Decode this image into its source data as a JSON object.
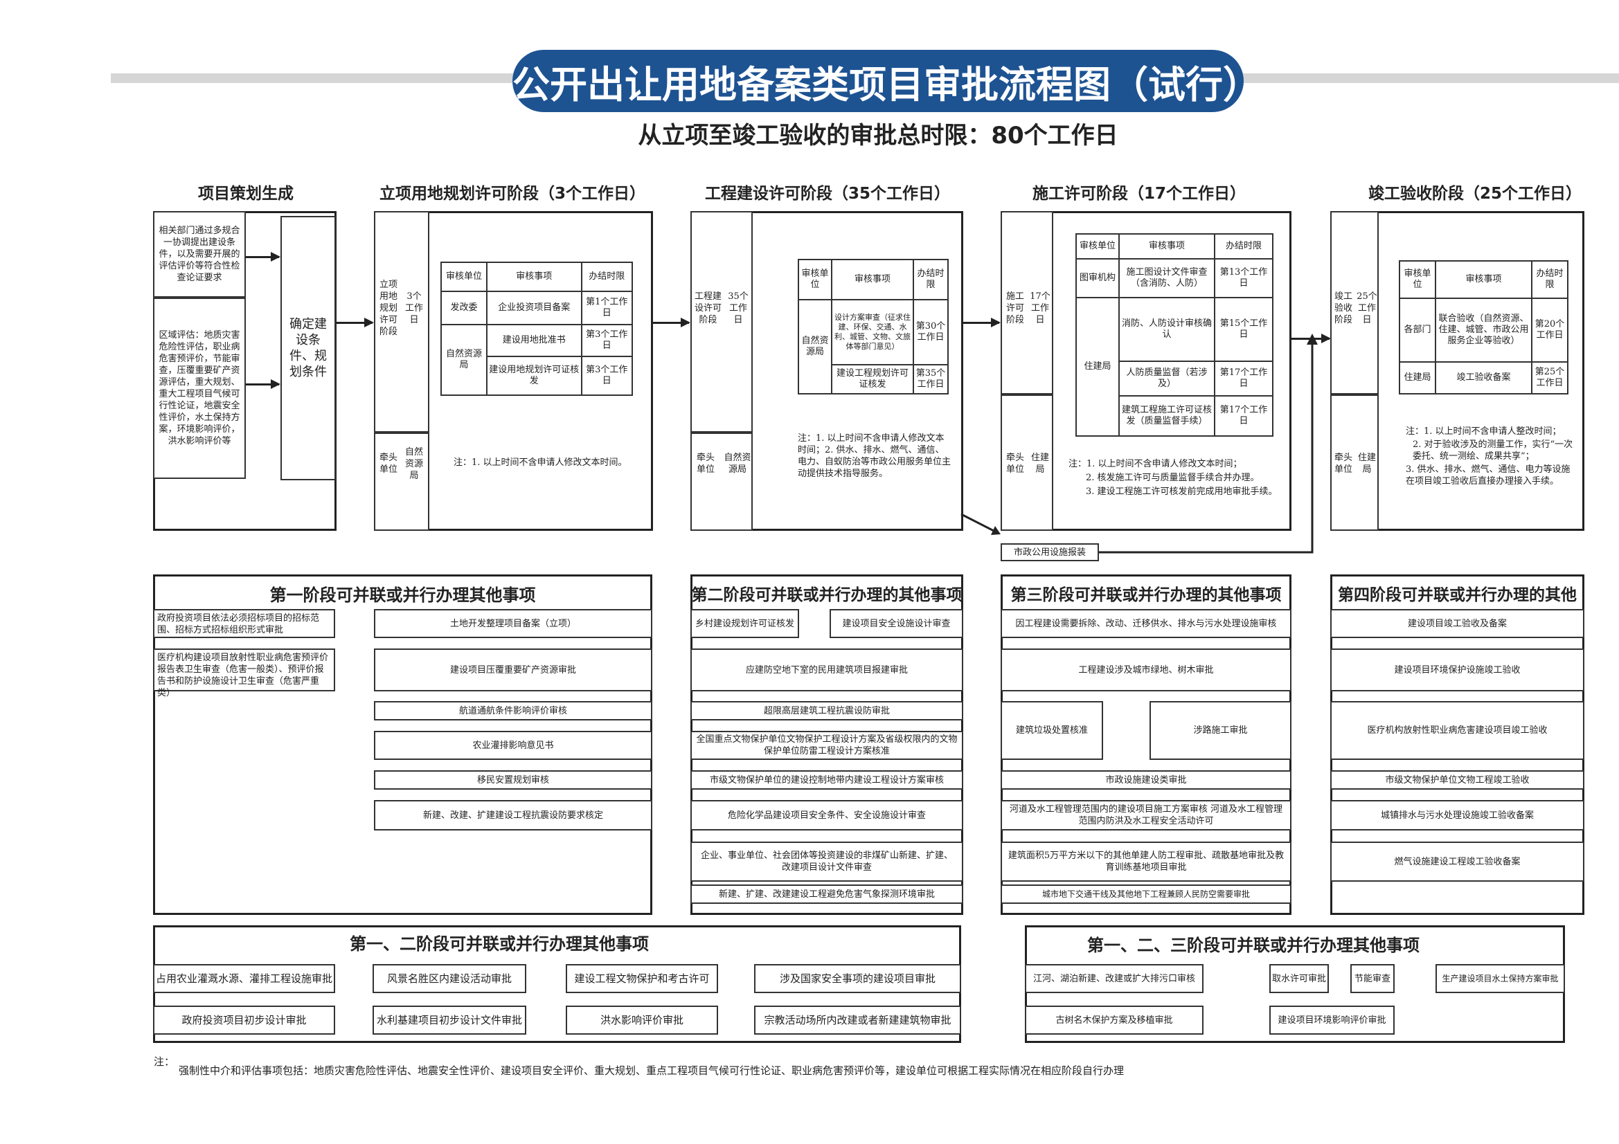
{
  "title": "公开出让用地备案类项目审批流程图（试行）",
  "subtitle": "从立项至竣工验收的审批总时限：80个工作日",
  "stages": {
    "s0": {
      "header": "项目策划生成",
      "box1": "相关部门通过多规合一协调提出建设条件，以及需要开展的评估评价等符合性检查论证要求",
      "box2": "区域评估：地质灾害危险性评估，职业病危害预评价，节能审查，压覆重要矿产资源评估，重大规划、重大工程项目气候可行性论证，地震安全性评价，水土保持方案，环境影响评价，洪水影响评价等",
      "result": "确定建设条件、规划条件"
    },
    "s1": {
      "header": "立项用地规划许可阶段（3个工作日）",
      "stage_label": "立项用地规划许可阶段",
      "days": "3个工作日",
      "lead_label": "牵头单位",
      "lead": "自然资源局",
      "col1": "审核单位",
      "col2": "审核事项",
      "col3": "办结时限",
      "rows": [
        {
          "unit": "发改委",
          "item": "企业投资项目备案",
          "time": "第1个工作日"
        },
        {
          "unit": "自然资源局",
          "item": "建设用地批准书",
          "time": "第3个工作日"
        },
        {
          "unit": "",
          "item": "建设用地规划许可证核发",
          "time": "第3个工作日"
        }
      ],
      "note": "注：1. 以上时间不含申请人修改文本时间。"
    },
    "s2": {
      "header": "工程建设许可阶段（35个工作日）",
      "stage_label": "工程建设许可阶段",
      "days": "35个工作日",
      "lead_label": "牵头单位",
      "lead": "自然资源局",
      "col1": "审核单位",
      "col2": "审核事项",
      "col3": "办结时限",
      "unit": "自然资源局",
      "rows": [
        {
          "item": "设计方案审查（征求住建、环保、交通、水利、城管、文物、文旅体等部门意见）",
          "time": "第30个工作日"
        },
        {
          "item": "建设工程规划许可证核发",
          "time": "第35个工作日"
        }
      ],
      "note": "注：1. 以上时间不含申请人修改文本时间；2. 供水、排水、燃气、通信、电力、自蚁防治等市政公用服务单位主动提供技术指导服务。"
    },
    "s3": {
      "header": "施工许可阶段（17个工作日）",
      "stage_label": "施工许可阶段",
      "days": "17个工作日",
      "lead_label": "牵头单位",
      "lead": "住建局",
      "col1": "审核单位",
      "col2": "审核事项",
      "col3": "办结时限",
      "rows": [
        {
          "unit": "图审机构",
          "item": "施工图设计文件审查（含消防、人防）",
          "time": "第13个工作日"
        },
        {
          "unit": "住建局",
          "item": "消防、人防设计审核确认",
          "time": "第15个工作日"
        },
        {
          "unit": "",
          "item": "人防质量监督（若涉及）",
          "time": "第17个工作日"
        },
        {
          "unit": "",
          "item": "建筑工程施工许可证核发（质量监督手续）",
          "time": "第17个工作日"
        }
      ],
      "note1": "注：1. 以上时间不含申请人修改文本时间；",
      "note2": "2. 核发施工许可与质量监督手续合并办理。",
      "note3": "3. 建设工程施工许可核发前完成用地审批手续。",
      "extra": "市政公用设施报装"
    },
    "s4": {
      "header": "竣工验收阶段（25个工作日）",
      "stage_label": "竣工验收阶段",
      "days": "25个工作日",
      "lead_label": "牵头单位",
      "lead": "住建局",
      "col1": "审核单位",
      "col2": "审核事项",
      "col3": "办结时限",
      "rows": [
        {
          "unit": "各部门",
          "item": "联合验收（自然资源、住建、城管、市政公用服务企业等验收）",
          "time": "第20个工作日"
        },
        {
          "unit": "住建局",
          "item": "竣工验收备案",
          "time": "第25个工作日"
        }
      ],
      "note1": "注：1. 以上时间不含申请人整改时间；",
      "note2": "2. 对于验收涉及的测量工作，实行“一次委托、统一测绘、成果共享”；",
      "note3": "3. 供水、排水、燃气、通信、电力等设施在项目竣工验收后直接办理接入手续。"
    }
  },
  "parallel1": {
    "title": "第一阶段可并联或并行办理其他事项",
    "left": [
      "政府投资项目依法必须招标项目的招标范围、招标方式招标组织形式审批",
      "医疗机构建设项目放射性职业病危害预评价报告表卫生审查（危害一般类）、预评价报告书和防护设施设计卫生审查（危害严重类）"
    ],
    "right": [
      "土地开发整理项目备案（立项）",
      "建设项目压覆重要矿产资源审批",
      "航道通航条件影响评价审核",
      "农业灌排影响意见书",
      "移民安置规划审核",
      "新建、改建、扩建建设工程抗震设防要求核定"
    ]
  },
  "parallel2": {
    "title": "第二阶段可并联或并行办理的其他事项",
    "top_left": "乡村建设规划许可证核发",
    "top_right": "建设项目安全设施设计审查",
    "items": [
      "应建防空地下室的民用建筑项目报建审批",
      "超限高层建筑工程抗震设防审批",
      "全国重点文物保护单位文物保护工程设计方案及省级权限内的文物保护单位防雷工程设计方案核准",
      "市级文物保护单位的建设控制地带内建设工程设计方案审核",
      "危险化学品建设项目安全条件、安全设施设计审查",
      "企业、事业单位、社会团体等投资建设的非煤矿山新建、扩建、改建项目设计文件审查",
      "新建、扩建、改建建设工程避免危害气象探测环境审批"
    ]
  },
  "parallel3": {
    "title": "第三阶段可并联或并行办理的其他事项",
    "items_top": [
      "因工程建设需要拆除、改动、迁移供水、排水与污水处理设施审核",
      "工程建设涉及城市绿地、树木审批"
    ],
    "pair": [
      "建筑垃圾处置核准",
      "涉路施工审批"
    ],
    "items_bottom": [
      "市政设施建设类审批",
      "河道及水工程管理范围内的建设项目施工方案审核 河道及水工程管理范围内防洪及水工程安全活动许可",
      "建筑面积5万平方米以下的其他单建人防工程审批、疏散基地审批及教育训练基地项目审批",
      "城市地下交通干线及其他地下工程兼顾人民防空需要审批"
    ]
  },
  "parallel4": {
    "title": "第四阶段可并联或并行办理的其他事项",
    "items": [
      "建设项目竣工验收及备案",
      "建设项目环境保护设施竣工验收",
      "医疗机构放射性职业病危害建设项目竣工验收",
      "市级文物保护单位文物工程竣工验收",
      "城镇排水与污水处理设施竣工验收备案",
      "燃气设施建设工程竣工验收备案"
    ]
  },
  "parallel12": {
    "title": "第一、二阶段可并联或并行办理其他事项",
    "row1": [
      "占用农业灌溉水源、灌排工程设施审批",
      "风景名胜区内建设活动审批",
      "建设工程文物保护和考古许可",
      "涉及国家安全事项的建设项目审批"
    ],
    "row2": [
      "政府投资项目初步设计审批",
      "水利基建项目初步设计文件审批",
      "洪水影响评价审批",
      "宗教活动场所内改建或者新建建筑物审批"
    ]
  },
  "parallel123": {
    "title": "第一、二、三阶段可并联或并行办理其他事项",
    "row1": [
      "江河、湖泊新建、改建或扩大排污口审核",
      "取水许可审批",
      "节能审查",
      "生产建设项目水土保持方案审批"
    ],
    "row2": [
      "古树名木保护方案及移植审批",
      "建设项目环境影响评价审批"
    ]
  },
  "footer": {
    "label": "注：",
    "text": "强制性中介和评估事项包括：地质灾害危险性评估、地震安全性评价、建设项目安全评价、重大规划、重点工程项目气候可行性论证、职业病危害预评价等，建设单位可根据工程实际情况在相应阶段自行办理"
  },
  "colors": {
    "title_bg": "#1e5392",
    "band": "#d6d6d6",
    "line": "#222222"
  }
}
